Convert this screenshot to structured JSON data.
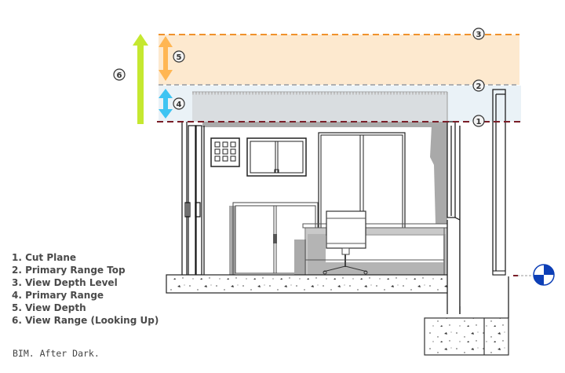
{
  "legend": {
    "items": [
      {
        "n": 1,
        "label": "1. Cut Plane"
      },
      {
        "n": 2,
        "label": "2. Primary Range Top"
      },
      {
        "n": 3,
        "label": "3. View Depth Level"
      },
      {
        "n": 4,
        "label": "4. Primary Range"
      },
      {
        "n": 5,
        "label": "5. View Depth"
      },
      {
        "n": 6,
        "label": "6. View Range (Looking Up)"
      }
    ]
  },
  "footer": {
    "text": "BIM. After Dark."
  },
  "markers": {
    "m1": "1",
    "m2": "2",
    "m3": "3",
    "m4": "4",
    "m5": "5",
    "m6": "6"
  },
  "colors": {
    "cut_plane": "#7a1e28",
    "primary_top": "#b0b0b0",
    "view_depth_level": "#f0922c",
    "view_depth_band": "#fde9cf",
    "primary_band": "#e8f1f6",
    "arrow_view_depth": "#ffb653",
    "arrow_primary": "#3ec4f2",
    "arrow_looking_up": "#c5e830",
    "elevation_marker": "#0d3fb6"
  }
}
